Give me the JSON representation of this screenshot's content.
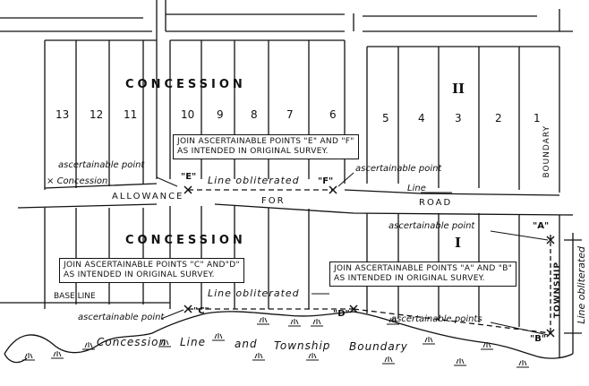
{
  "concession_upper": "CONCESSION",
  "concession_lower": "CONCESSION",
  "roman_upper": "II",
  "roman_lower": "I",
  "lots": [
    "13",
    "12",
    "11",
    "10",
    "9",
    "8",
    "7",
    "6",
    "5",
    "4",
    "3",
    "2",
    "1"
  ],
  "boundary_label": "BOUNDARY",
  "road_allowance": [
    "ALLOWANCE",
    "FOR",
    "ROAD"
  ],
  "base_line": "BASE LINE",
  "township_label": "TOWNSHIP",
  "line_obliterated_vertical": "Line obliterated",
  "notes": {
    "ef": [
      "JOIN ASCERTAINABLE POINTS \"E\" AND \"F\"",
      "AS INTENDED IN ORIGINAL SURVEY."
    ],
    "cd": [
      "JOIN ASCERTAINABLE POINTS \"C\" AND\"D\"",
      "AS INTENDED IN ORIGINAL SURVEY."
    ],
    "ab": [
      "JOIN ASCERTAINABLE POINTS \"A\" AND \"B\"",
      "AS INTENDED IN ORIGINAL SURVEY."
    ]
  },
  "annotations": {
    "asc_point_upper_left": "ascertainable point",
    "concession_small": "Concession",
    "line_obliterated_ef": "Line  obliterated",
    "asc_point_f": "ascertainable point",
    "line_road": "Line",
    "asc_point_a": "ascertainable point",
    "line_obliterated_cd": "Line  obliterated",
    "asc_point_c": "ascertainable point",
    "asc_points_bd": "ascertainable points"
  },
  "bottom_line_words": [
    "Concession",
    "Line",
    "and",
    "Township",
    "Boundary"
  ],
  "points": {
    "E": "\"E\"",
    "F": "\"F\"",
    "C": "\"C\"",
    "D": "\"D\"",
    "A": "\"A\"",
    "B": "\"B\""
  },
  "colors": {
    "ink": "#111111",
    "paper": "#ffffff"
  }
}
